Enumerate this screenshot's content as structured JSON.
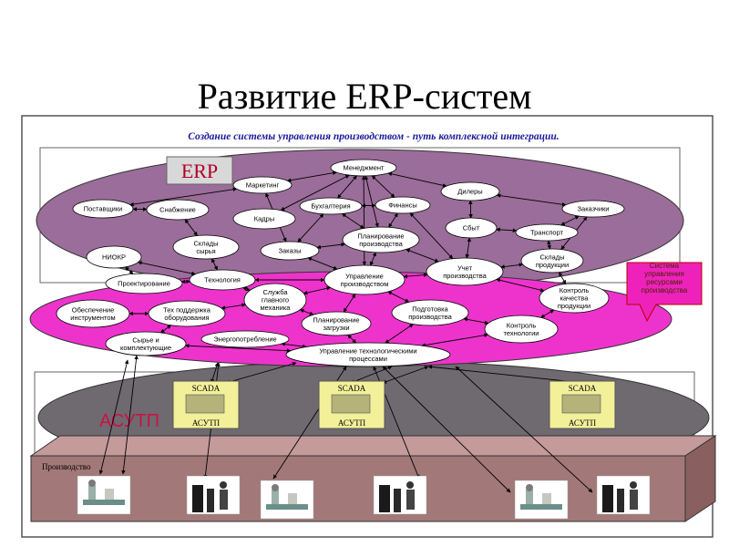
{
  "title": "Развитие ERP-систем",
  "subtitle": "Создание системы управления производством - путь комплексной интеграции.",
  "layers": {
    "erp": "ERP",
    "asutp": "АСУТП",
    "production": "Производство"
  },
  "callout": "Система управления ресурсами производства",
  "scada": [
    {
      "top": "SCADA",
      "bottom": "АСУТП"
    },
    {
      "top": "SCADA",
      "bottom": "АСУТП"
    },
    {
      "top": "SCADA",
      "bottom": "АСУТП"
    }
  ],
  "nodes": [
    {
      "id": "management",
      "label": [
        "Менеджмент"
      ]
    },
    {
      "id": "marketing",
      "label": [
        "Маркетинг"
      ]
    },
    {
      "id": "dealers",
      "label": [
        "Дилеры"
      ]
    },
    {
      "id": "suppliers",
      "label": [
        "Поставщики"
      ]
    },
    {
      "id": "procurement",
      "label": [
        "Снабжение"
      ]
    },
    {
      "id": "accounting",
      "label": [
        "Бухгалтерия"
      ]
    },
    {
      "id": "finance",
      "label": [
        "Финансы"
      ]
    },
    {
      "id": "customers",
      "label": [
        "Заказчики"
      ]
    },
    {
      "id": "personnel",
      "label": [
        "Кадры"
      ]
    },
    {
      "id": "sales",
      "label": [
        "Сбыт"
      ]
    },
    {
      "id": "transport",
      "label": [
        "Транспорт"
      ]
    },
    {
      "id": "raw-warehouses",
      "label": [
        "Склады",
        "сырья"
      ]
    },
    {
      "id": "orders",
      "label": [
        "Заказы"
      ]
    },
    {
      "id": "production-planning",
      "label": [
        "Планирование",
        "производства"
      ]
    },
    {
      "id": "niokr",
      "label": [
        "НИОКР"
      ]
    },
    {
      "id": "product-warehouses",
      "label": [
        "Склады",
        "продукции"
      ]
    },
    {
      "id": "design",
      "label": [
        "Проектирование"
      ]
    },
    {
      "id": "technology",
      "label": [
        "Технология"
      ]
    },
    {
      "id": "production-management",
      "label": [
        "Управление",
        "производством"
      ]
    },
    {
      "id": "production-accounting",
      "label": [
        "Учет",
        "производства"
      ]
    },
    {
      "id": "chief-mechanic",
      "label": [
        "Служба",
        "главного",
        "механика"
      ]
    },
    {
      "id": "quality-control",
      "label": [
        "Контроль",
        "качества",
        "продукции"
      ]
    },
    {
      "id": "tooling",
      "label": [
        "Обеспечение",
        "инструментом"
      ]
    },
    {
      "id": "equipment-support",
      "label": [
        "Тех поддержка",
        "оборудования"
      ]
    },
    {
      "id": "load-planning",
      "label": [
        "Планирование",
        "загрузки"
      ]
    },
    {
      "id": "production-preparation",
      "label": [
        "Подготовка",
        "производства"
      ]
    },
    {
      "id": "technology-control",
      "label": [
        "Контроль",
        "технологии"
      ]
    },
    {
      "id": "raw-materials",
      "label": [
        "Сырье и",
        "комплектующие"
      ]
    },
    {
      "id": "energy",
      "label": [
        "Энергопотребление"
      ]
    },
    {
      "id": "process-control",
      "label": [
        "Управление технологическими",
        "процессами"
      ]
    }
  ],
  "colors": {
    "erp_ellipse": "#9b6d9a",
    "middle_ellipse": "#ee33cc",
    "asutp_ellipse": "#6e6a70",
    "production_box": "#a27878",
    "scada_box": "#f3f09a",
    "node_fill": "#ffffff",
    "subtitle": "#1a1a9a",
    "erp_label": "#b0002a",
    "asutp_label": "#cc1144"
  }
}
